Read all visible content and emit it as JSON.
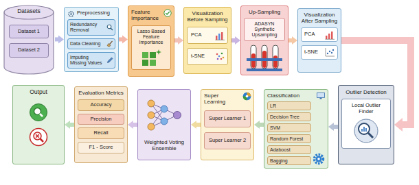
{
  "diagram": {
    "nodes": [
      {
        "text": [
          "Datasets"
        ]
      },
      {
        "text": [
          "Dataset 1"
        ],
        "in": 0
      },
      {
        "text": [
          "Dataset 2"
        ],
        "in": 0
      },
      {
        "text": [
          "Preprocessing"
        ]
      },
      {
        "text": [
          "Redundancy Removal"
        ],
        "in": 3
      },
      {
        "text": [
          "Data Cleaning"
        ],
        "in": 3
      },
      {
        "text": [
          "Imputing Missing Values"
        ],
        "in": 3
      },
      {
        "text": [
          "Feature Importance"
        ]
      },
      {
        "text": [
          "Lasso Based Feature Importance"
        ],
        "in": 7
      },
      {
        "text": [
          "Visualization Before Sampling"
        ]
      },
      {
        "text": [
          "PCA"
        ],
        "in": 9
      },
      {
        "text": [
          "t-SNE"
        ],
        "in": 9
      },
      {
        "text": [
          "Up-Sampling"
        ]
      },
      {
        "text": [
          "ADASYN Synthetic Upsampling"
        ],
        "in": 12
      },
      {
        "text": [
          "Visualization After Sampling"
        ]
      },
      {
        "text": [
          "PCA"
        ],
        "in": 14
      },
      {
        "text": [
          "t-SNE"
        ],
        "in": 14
      },
      {
        "text": [
          "Outlier Detection"
        ]
      },
      {
        "text": [
          "Local Outlier Finder"
        ],
        "in": 17
      },
      {
        "text": [
          "Classification"
        ]
      },
      {
        "text": [
          "LR"
        ],
        "in": 19
      },
      {
        "text": [
          "Decision Tree"
        ],
        "in": 19
      },
      {
        "text": [
          "SVM"
        ],
        "in": 19
      },
      {
        "text": [
          "Random Forest"
        ],
        "in": 19
      },
      {
        "text": [
          "Adaboost"
        ],
        "in": 19
      },
      {
        "text": [
          "Bagging"
        ],
        "in": 19
      },
      {
        "text": [
          "Super Learning"
        ]
      },
      {
        "text": [
          "Super Learner 1"
        ],
        "in": 26
      },
      {
        "text": [
          "Super Learner 2"
        ],
        "in": 26
      },
      {
        "text": [
          "Weighted Voting Ensemble"
        ]
      },
      {
        "text": [
          "Evaluation Metrics"
        ]
      },
      {
        "text": [
          "Accuracy"
        ],
        "in": 30
      },
      {
        "text": [
          "Precision"
        ],
        "in": 30
      },
      {
        "text": [
          "Recall"
        ],
        "in": 30
      },
      {
        "text": [
          "F1 - Score"
        ],
        "in": 30
      },
      {
        "text": [
          "Output"
        ]
      }
    ],
    "edges": [
      {
        "from": 0,
        "to": 3,
        "arrow": "to"
      },
      {
        "from": 3,
        "to": 7,
        "arrow": "to"
      },
      {
        "from": 7,
        "to": 9,
        "arrow": "to"
      },
      {
        "from": 9,
        "to": 12,
        "arrow": "to"
      },
      {
        "from": 12,
        "to": 14,
        "arrow": "to"
      },
      {
        "from": 14,
        "to": 17,
        "arrow": "to"
      },
      {
        "from": 17,
        "to": 19,
        "arrow": "to"
      },
      {
        "from": 19,
        "to": 26,
        "arrow": "to"
      },
      {
        "from": 26,
        "to": 29,
        "arrow": "to"
      },
      {
        "from": 29,
        "to": 30,
        "arrow": "to"
      },
      {
        "from": 30,
        "to": 35,
        "arrow": "to"
      }
    ]
  }
}
